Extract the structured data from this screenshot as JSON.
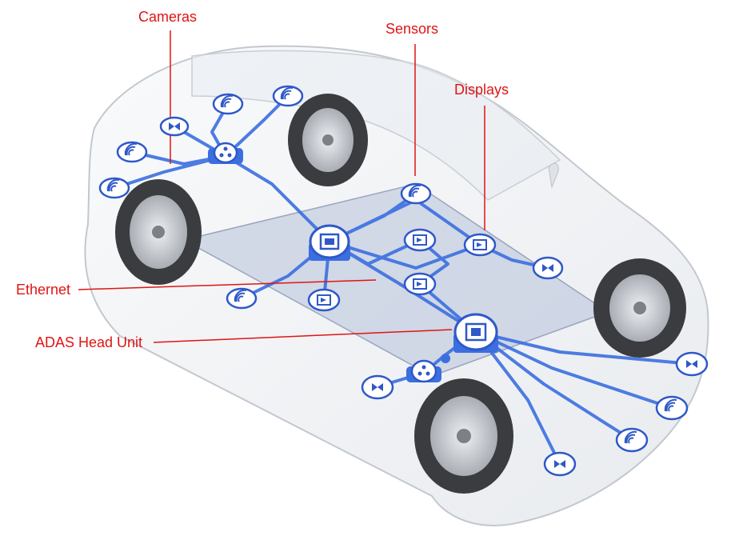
{
  "labels": {
    "cameras": "Cameras",
    "sensors": "Sensors",
    "displays": "Displays",
    "ethernet": "Ethernet",
    "adas_head_unit": "ADAS Head Unit"
  },
  "colors": {
    "callout": "#e11414",
    "network": "#3b6fe0",
    "node_fill": "#ffffff",
    "node_stroke": "#2f58c9",
    "car_body": "#d9dde2",
    "tire": "#3a3c40",
    "rim": "#c9ccd1",
    "floor": "#b7c1d8"
  },
  "icons": {
    "sensor": "wifi-wave-icon",
    "camera": "camera-bowtie-icon",
    "display": "display-screen-icon",
    "switch": "network-switch-icon",
    "head_unit": "chip-icon"
  }
}
